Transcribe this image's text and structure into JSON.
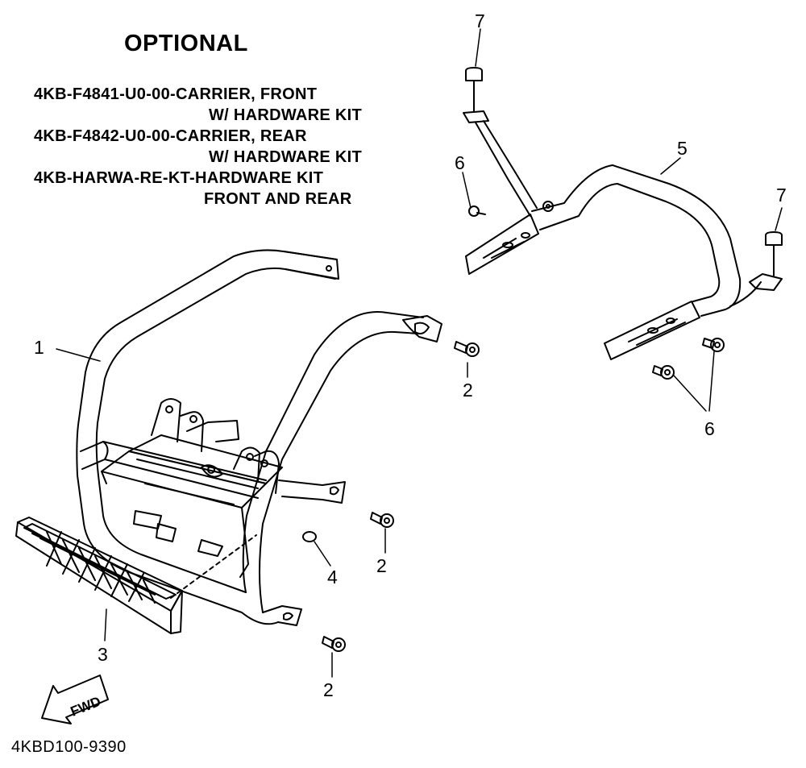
{
  "header": {
    "title": "OPTIONAL"
  },
  "parts_list": [
    "4KB-F4841-U0-00-CARRIER, FRONT",
    "W/ HARDWARE KIT",
    "4KB-F4842-U0-00-CARRIER, REAR",
    "W/ HARDWARE KIT",
    "4KB-HARWA-RE-KT-HARDWARE KIT",
    "FRONT AND REAR"
  ],
  "callouts": {
    "c1": "1",
    "c2a": "2",
    "c2b": "2",
    "c2c": "2",
    "c3": "3",
    "c4": "4",
    "c5": "5",
    "c6a": "6",
    "c6b": "6",
    "c7a": "7",
    "c7b": "7"
  },
  "fwd_label": "FWD",
  "diagram_code": "4KBD100-9390"
}
